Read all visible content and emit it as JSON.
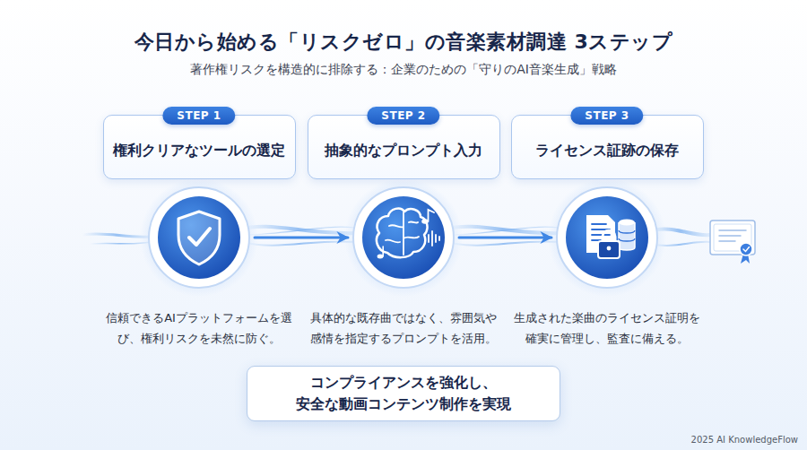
{
  "diagram": {
    "title": "今日から始める「リスクゼロ」の音楽素材調達 3ステップ",
    "caption": "著作権リスクを構造的に排除する：企業のための「守りのAI音楽生成」戦略",
    "nodes": [
      {
        "text": [
          "STEP 1",
          "権利クリアなツールの選定",
          "信頼できるAIプラットフォームを選び、権利リスクを未然に防ぐ。"
        ]
      },
      {
        "text": [
          "STEP 2",
          "抽象的なプロンプト入力",
          "具体的な既存曲ではなく、雰囲気や感情を指定するプロンプトを活用。"
        ]
      },
      {
        "text": [
          "STEP 3",
          "ライセンス証跡の保存",
          "生成された楽曲のライセンス証明を確実に管理し、監査に備える。"
        ]
      },
      {
        "text": [
          "コンプライアンスを強化し、 安全な動画コンテンツ制作を実現"
        ]
      }
    ],
    "edges": [
      {
        "from": 0,
        "to": 1,
        "arrow": "to"
      },
      {
        "from": 1,
        "to": 2,
        "arrow": "to"
      }
    ],
    "labels": [
      "2025 AI KnowledgeFlow"
    ]
  }
}
